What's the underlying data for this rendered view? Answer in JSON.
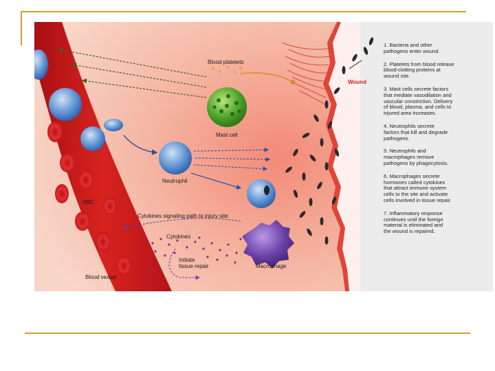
{
  "labels": {
    "blood_platelets": "Blood platelets",
    "wound": "Wound",
    "mast_cell": "Mast cell",
    "neutrophil": "Neutrophil",
    "rbc": "RBC",
    "cytokines_signaling": "Cytokines signaling path to injury site",
    "cytokines": "Cytokines",
    "initiate_repair_1": "Initiate",
    "initiate_repair_2": "tissue repair",
    "macrophage": "Macrophage",
    "blood_vessel": "Blood vessel"
  },
  "steps": [
    {
      "line1": "1. Bacteria and other",
      "line2": "pathogens enter wound.",
      "line3": "",
      "line4": ""
    },
    {
      "line1": "2. Platelets from blood release",
      "line2": "blood-clotting proteins at",
      "line3": "wound site.",
      "line4": ""
    },
    {
      "line1": "3. Mast cells secrete factors",
      "line2": "that mediate vasodilation and",
      "line3": "vascular constriction. Delivery",
      "line4": "of blood, plasma, and cells to",
      "line5": "injured area increases."
    },
    {
      "line1": "4. Neutrophils secrete",
      "line2": "factors that kill and degrade",
      "line3": "pathogens.",
      "line4": ""
    },
    {
      "line1": "5. Neutrophils and",
      "line2": "macrophages remove",
      "line3": "pathogens by phagocytosis.",
      "line4": ""
    },
    {
      "line1": "6. Macrophages secrete",
      "line2": "hormones called cytokines",
      "line3": "that attract immune system",
      "line4": "cells to the site and activate",
      "line5": "cells involved in tissue repair."
    },
    {
      "line1": "7. Inflammatory response",
      "line2": "continues until the foreign",
      "line3": "material is eliminated and",
      "line4": "the wound is repaired."
    }
  ],
  "colors": {
    "rule": "#c9a227",
    "vessel": "#c8191c",
    "tissue": "#f4b8a4",
    "wound": "#d6241c",
    "panel": "#ececec",
    "mast_cell": "#3f9a1f",
    "neutrophil": "#3a72bc",
    "macrophage": "#6a3fa6",
    "arrow_blue": "#2f4fa3",
    "arrow_orange": "#d58a1c",
    "arrow_green": "#4a5a1a"
  }
}
